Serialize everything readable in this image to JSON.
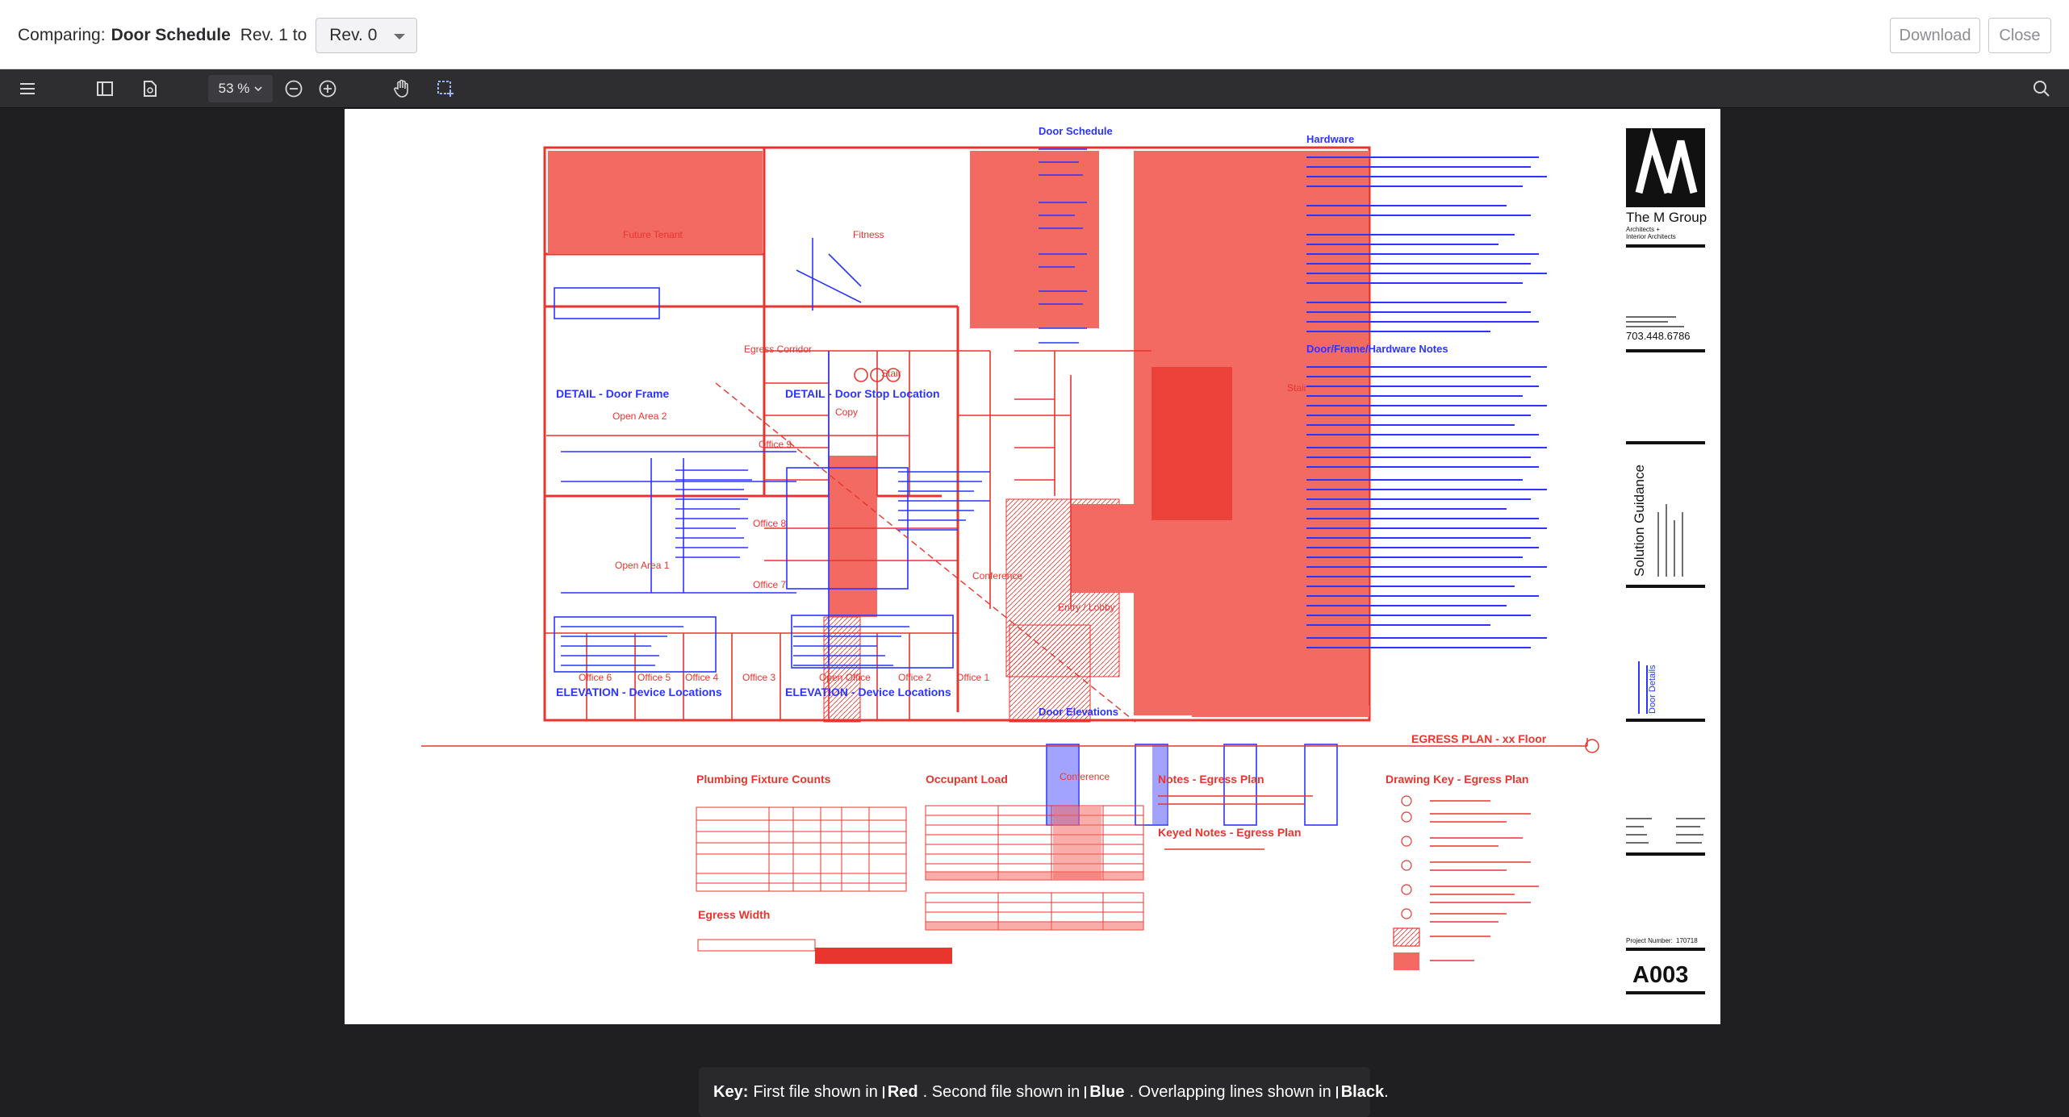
{
  "header": {
    "comparing_label": "Comparing:",
    "file_name": "Door Schedule",
    "rev_from": "Rev. 1 to",
    "rev_to": "Rev. 0",
    "download_label": "Download",
    "close_label": "Close"
  },
  "toolbar": {
    "zoom": "53 %",
    "icons": [
      "menu-icon",
      "sidebar-toggle-icon",
      "page-thumbnail-icon",
      "zoom-out-icon",
      "zoom-in-icon",
      "pan-hand-icon",
      "marquee-select-icon",
      "search-icon"
    ]
  },
  "drawing": {
    "door_schedule_title": "Door Schedule",
    "hardware_title": "Hardware",
    "door_frame_notes_title": "Door/Frame/Hardware Notes",
    "detail_door_frame": "DETAIL - Door Frame",
    "detail_door_stop": "DETAIL - Door Stop Location",
    "elevation_1": "ELEVATION - Device Locations",
    "elevation_2": "ELEVATION - Device Locations",
    "egress_corridor": "Egress Corridor",
    "future_tenant": "Future Tenant",
    "fitness": "Fitness",
    "open_area_2": "Open Area 2",
    "open_area_1": "Open Area 1",
    "stair": "Stair",
    "copy": "Copy",
    "office_9": "Office 9",
    "office_8": "Office 8",
    "office_7": "Office 7",
    "office_6": "Office 6",
    "office_5": "Office 5",
    "office_4": "Office 4",
    "office_3": "Office 3",
    "open_office": "Open Office",
    "office_2": "Office 2",
    "office_1": "Office 1",
    "conference": "Conference",
    "entry_lobby": "Entry / Lobby",
    "door_elevations": "Door Elevations",
    "egress_plan_title": "EGRESS PLAN - xx Floor",
    "plumbing_title": "Plumbing Fixture Counts",
    "occupant_load_title": "Occupant Load",
    "notes_egress_title": "Notes - Egress Plan",
    "keyed_notes_title": "Keyed Notes - Egress Plan",
    "drawing_key_title": "Drawing Key - Egress Plan",
    "egress_width_title": "Egress Width",
    "firm_name": "The M Group",
    "firm_sub_1": "Architects +",
    "firm_sub_2": "Interior Architects",
    "firm_phone": "703.448.6786",
    "sheet_title": "Solution Guidance",
    "sheet_subtitle": "Door Details",
    "project_number_label": "Project Number:",
    "project_number": "170718",
    "sheet_number": "A003"
  },
  "key": {
    "label": "Key:",
    "first_text": "First file shown in",
    "red": "Red",
    "second_text": ". Second file shown in",
    "blue": "Blue",
    "overlap_text": ". Overlapping lines shown in",
    "black": "Black",
    "end": "."
  },
  "colors": {
    "red": "#e8352e",
    "blue": "#2b35ff",
    "header_bg": "#ffffff",
    "toolbar_bg": "#2e2e31",
    "viewer_bg": "#1f1f21"
  }
}
